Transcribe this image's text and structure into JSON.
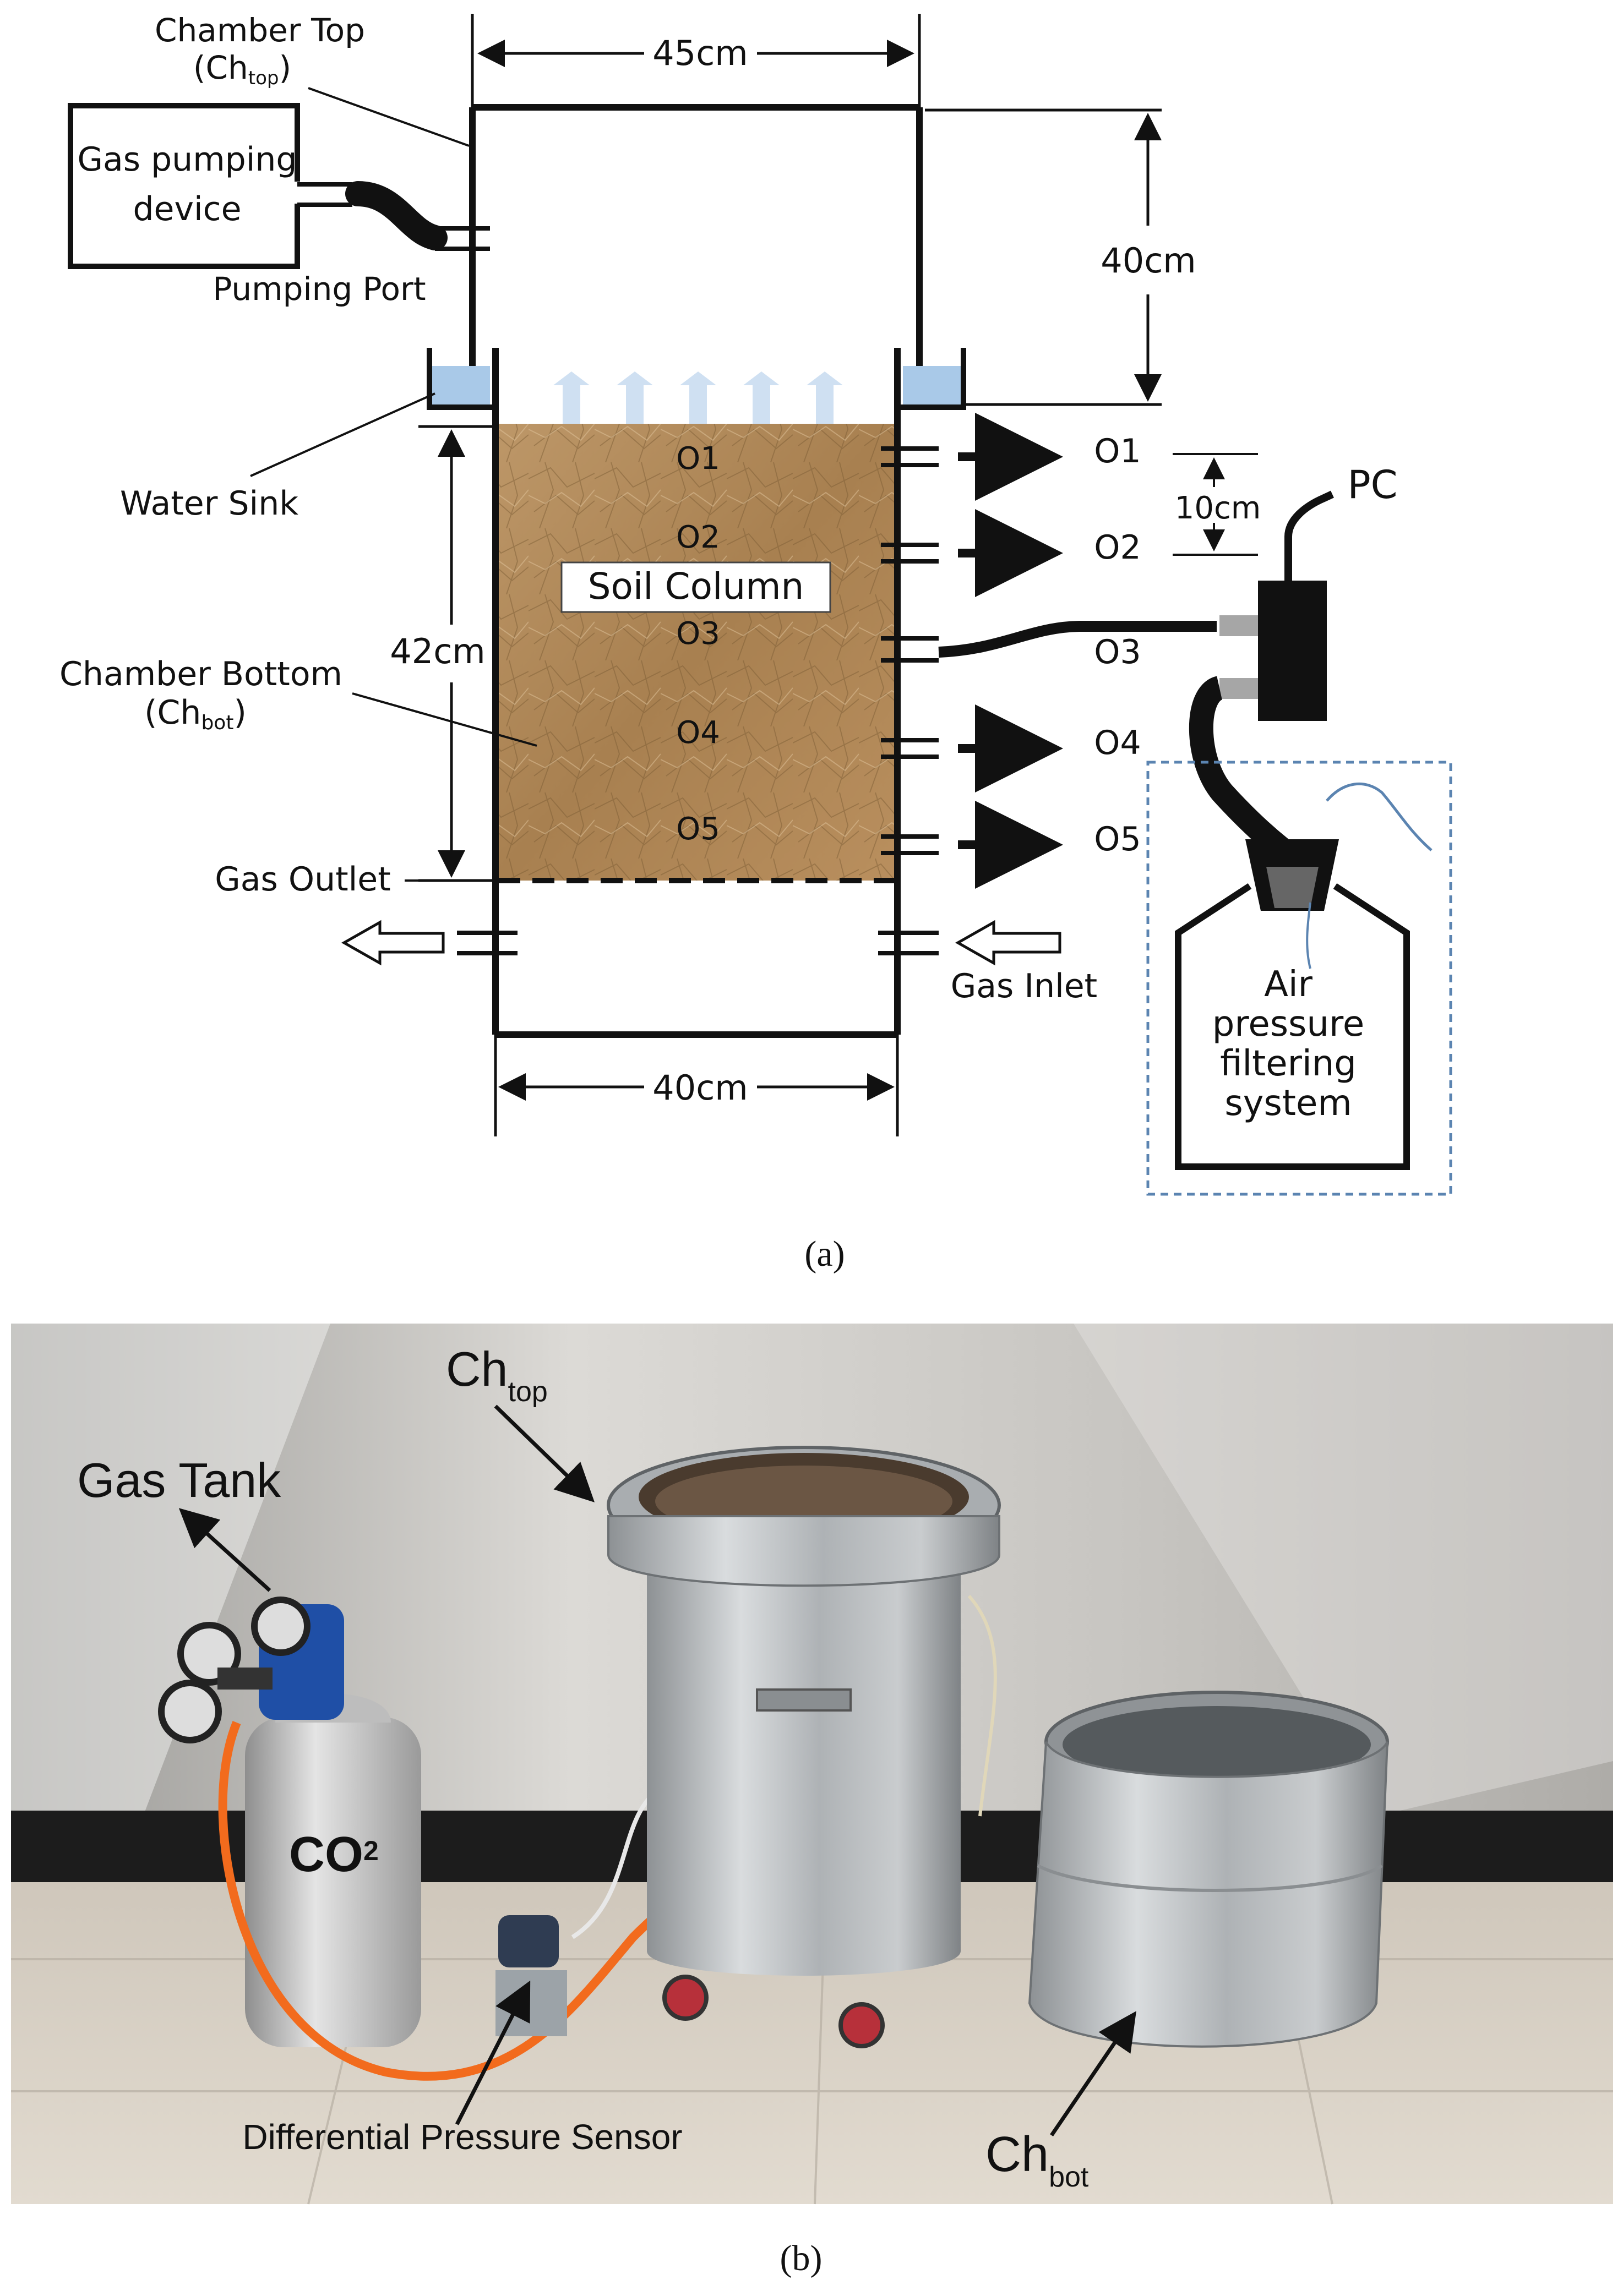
{
  "diagram_a": {
    "chamber_top_label": "Chamber Top",
    "chamber_top_abbr_main": "(Ch",
    "chamber_top_abbr_sub": "top",
    "chamber_top_abbr_close": ")",
    "width_top": "45cm",
    "height_top": "40cm",
    "gas_pumping_line1": "Gas pumping",
    "gas_pumping_line2": "device",
    "pumping_port": "Pumping Port",
    "water_sink": "Water Sink",
    "chamber_bottom_label": "Chamber Bottom",
    "chamber_bottom_abbr_main": "(Ch",
    "chamber_bottom_abbr_sub": "bot",
    "chamber_bottom_abbr_close": ")",
    "height_soil": "42cm",
    "gas_outlet": "Gas Outlet",
    "gas_inlet": "Gas Inlet",
    "width_bottom": "40cm",
    "soil_column": "Soil Column",
    "ports_inside": [
      "O1",
      "O2",
      "O3",
      "O4",
      "O5"
    ],
    "ports_outside": [
      "O1",
      "O2",
      "O3",
      "O4",
      "O5"
    ],
    "spacing": "10cm",
    "pc": "PC",
    "air_filter_lines": [
      "Air",
      "pressure",
      "filtering",
      "system"
    ],
    "caption": "(a)"
  },
  "photo_b": {
    "ch_top_main": "Ch",
    "ch_top_sub": "top",
    "gas_tank": "Gas Tank",
    "co2_mark": "CO",
    "co2_sub": "2",
    "sensor": "Differential Pressure Sensor",
    "ch_bot_main": "Ch",
    "ch_bot_sub": "bot",
    "caption": "(b)"
  },
  "colors": {
    "soil": "#b08a5c",
    "water": "#a9c9e8",
    "arrow_up": "#cfe0f2",
    "wall": "#c9c6c0",
    "floor": "#d8d0c4",
    "baseboard": "#1c1c1c",
    "steel": "#b9bcbf",
    "hose": "#f26b1d",
    "dashed_box": "#5b84b1"
  }
}
